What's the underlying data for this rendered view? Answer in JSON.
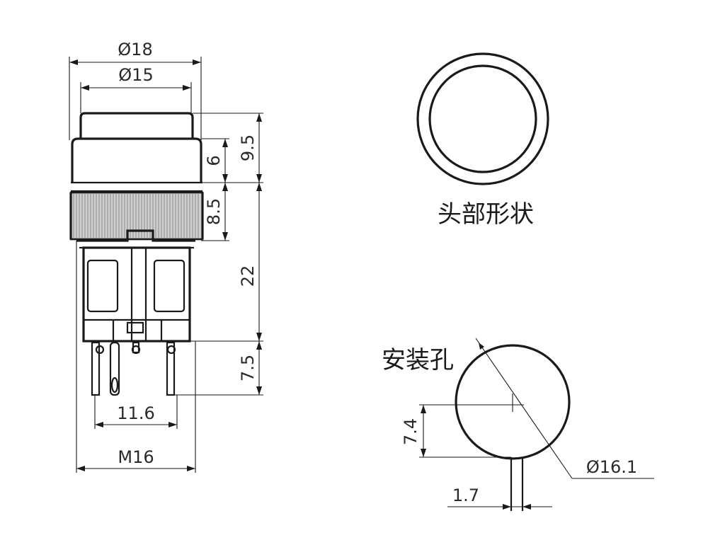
{
  "colors": {
    "line": "#1a1a1a",
    "background": "#ffffff",
    "hatch": "#8a8a8a"
  },
  "side_view": {
    "dim_outer_diameter": "Ø18",
    "dim_cap_diameter": "Ø15",
    "dim_total_head": "9.5",
    "dim_cap": "6",
    "dim_collar": "8.5",
    "dim_body": "22",
    "dim_terminals": "7.5",
    "dim_terminal_pitch": "11.6",
    "dim_thread": "M16"
  },
  "head_view": {
    "label": "头部形状"
  },
  "mount_hole": {
    "label": "安装孔",
    "dim_diameter": "Ø16.1",
    "dim_flat_offset": "7.4",
    "dim_key_width": "1.7"
  }
}
